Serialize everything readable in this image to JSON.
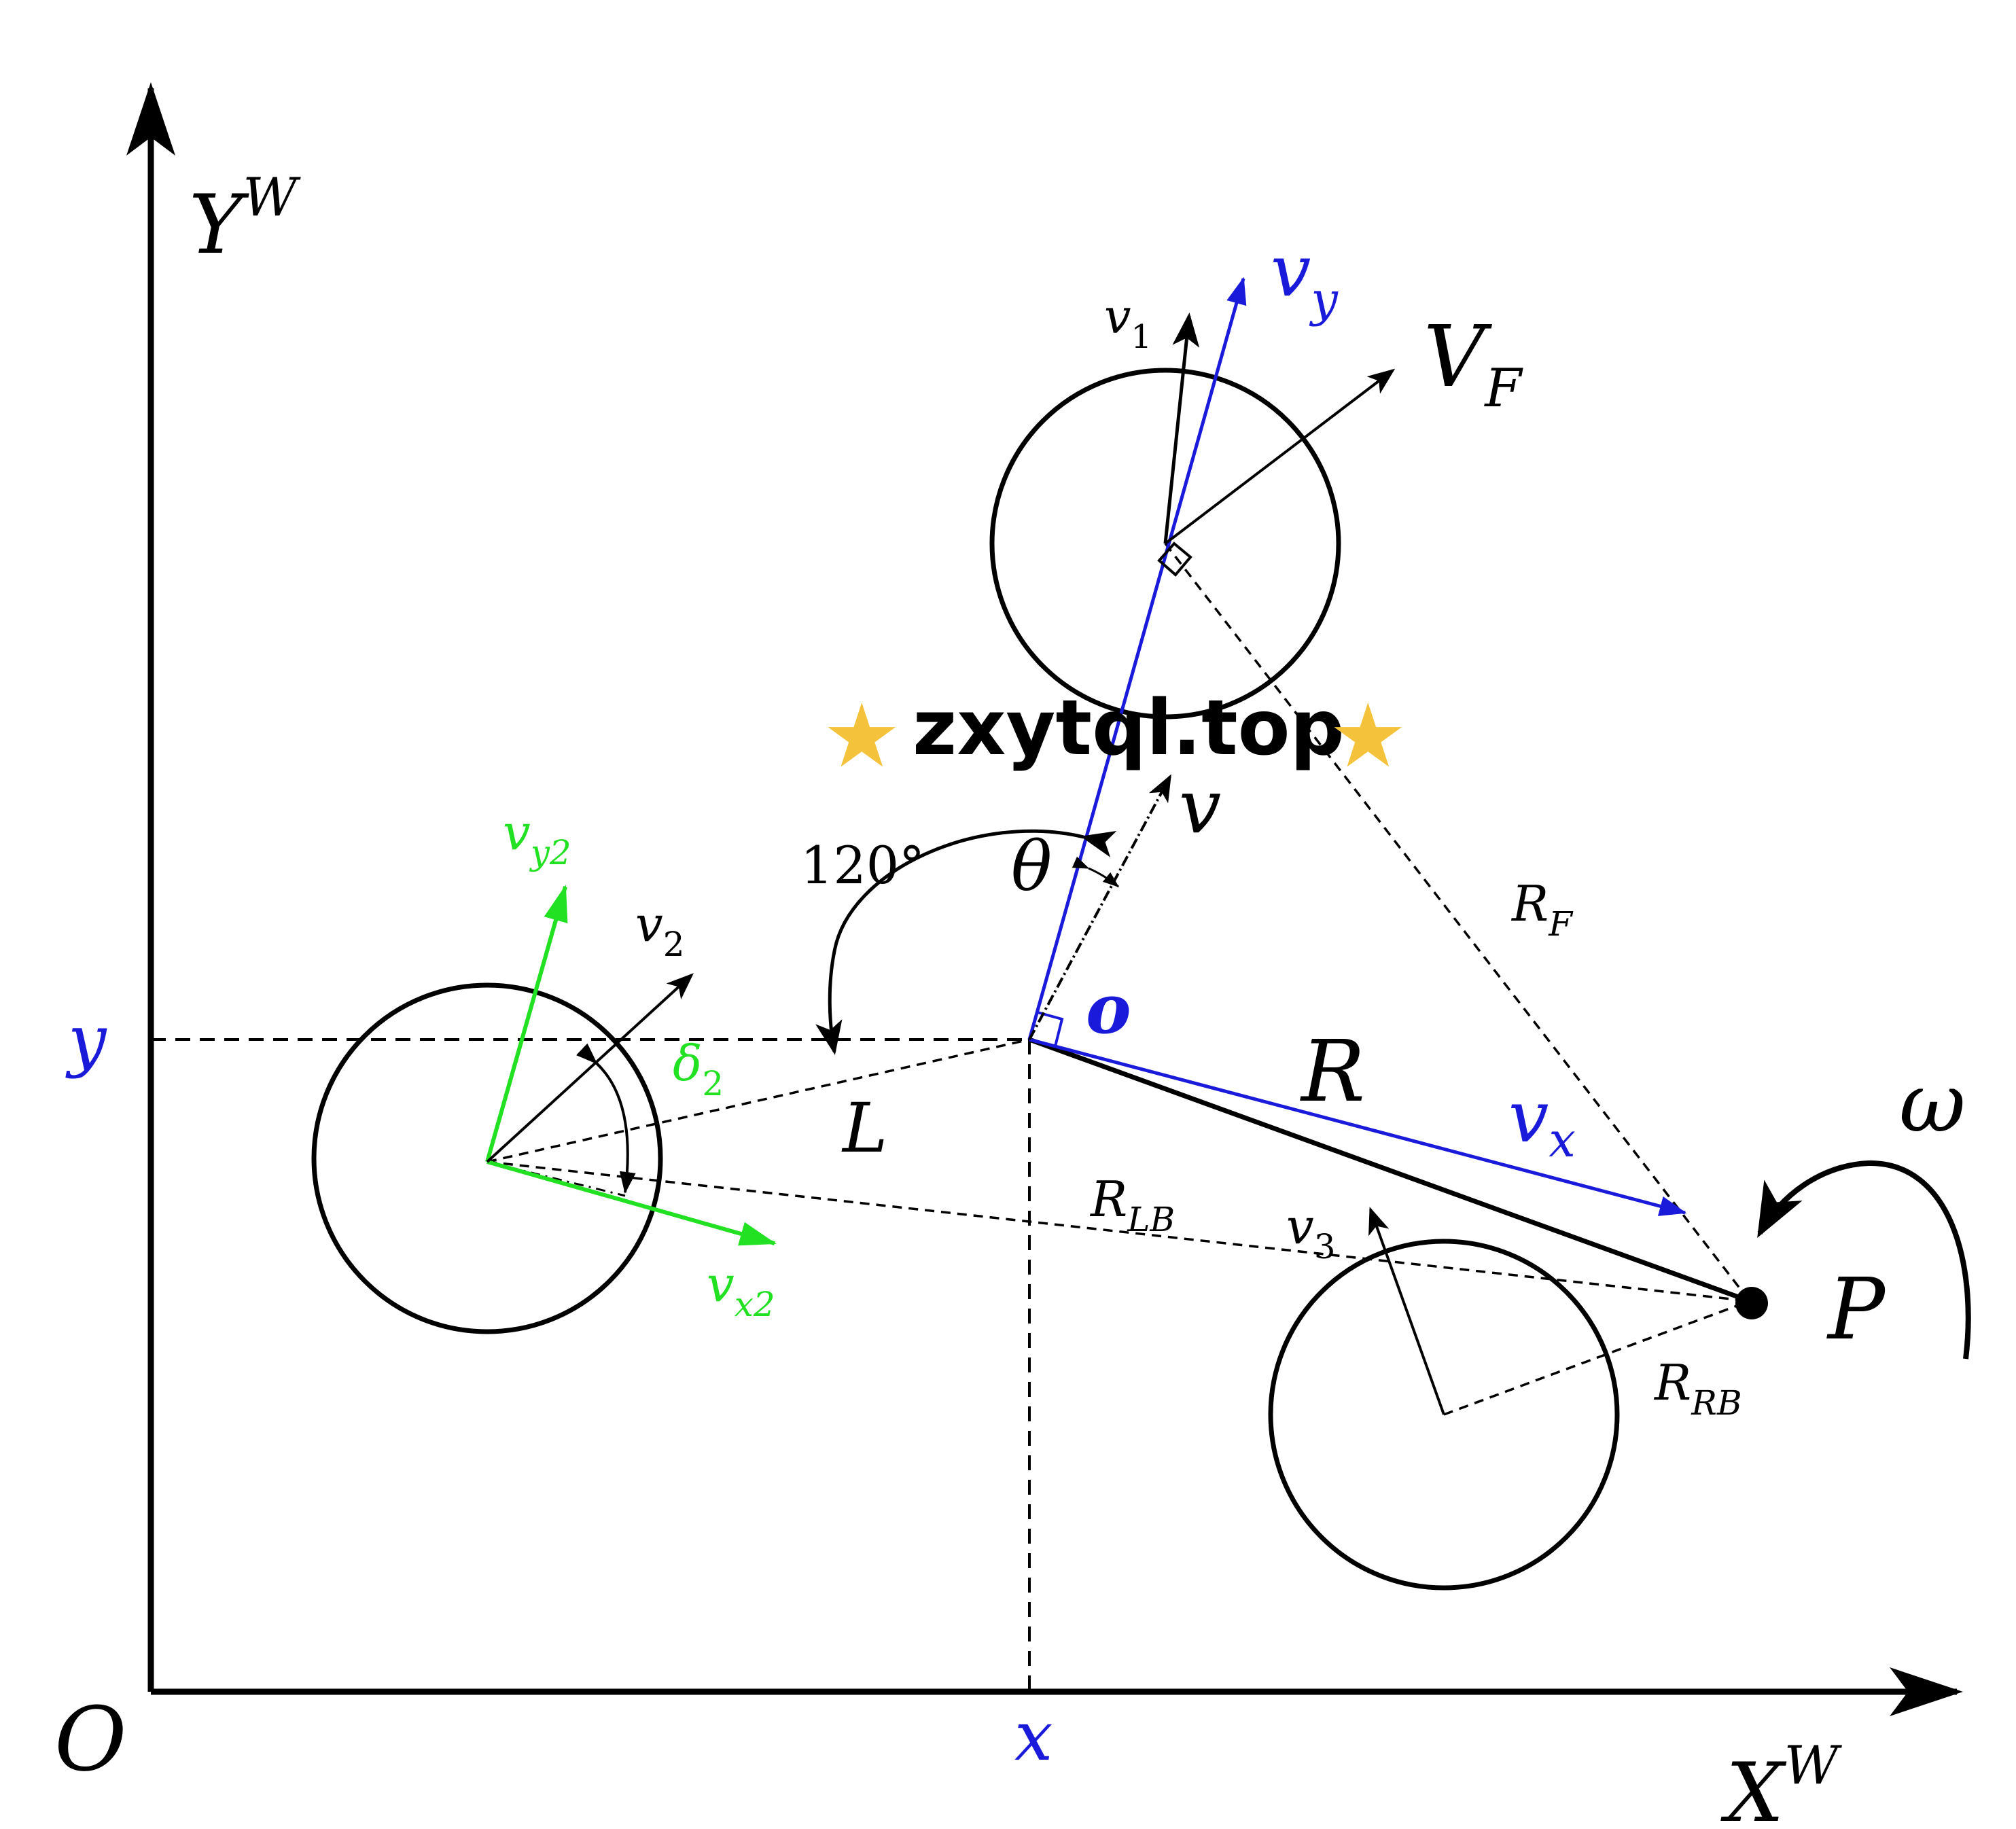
{
  "labels": {
    "origin": "O",
    "yw_base": "Y",
    "yw_sup": "W",
    "xw_base": "X",
    "xw_sup": "W",
    "y": "y",
    "x": "x",
    "o": "o",
    "vy_base": "v",
    "vy_sub": "y",
    "v1_base": "v",
    "v1_sub": "1",
    "vf_base": "V",
    "vf_sub": "F",
    "v": "v",
    "theta": "θ",
    "angle120": "120°",
    "vy2_base": "v",
    "vy2_sub": "y2",
    "v2_base": "v",
    "v2_sub": "2",
    "delta2_base": "δ",
    "delta2_sub": "2",
    "vx2_base": "v",
    "vx2_sub": "x2",
    "L": "L",
    "R": "R",
    "vx_base": "v",
    "vx_sub": "x",
    "rf_base": "R",
    "rf_sub": "F",
    "rlb_base": "R",
    "rlb_sub": "LB",
    "v3_base": "v",
    "v3_sub": "3",
    "rrb_base": "R",
    "rrb_sub": "RB",
    "P": "P",
    "omega": "ω"
  },
  "watermark": {
    "text": "zxytql.top",
    "star": "★"
  },
  "colors": {
    "black": "#000000",
    "blue": "#1a1adb",
    "green": "#22e022",
    "star": "#f5c33b"
  }
}
